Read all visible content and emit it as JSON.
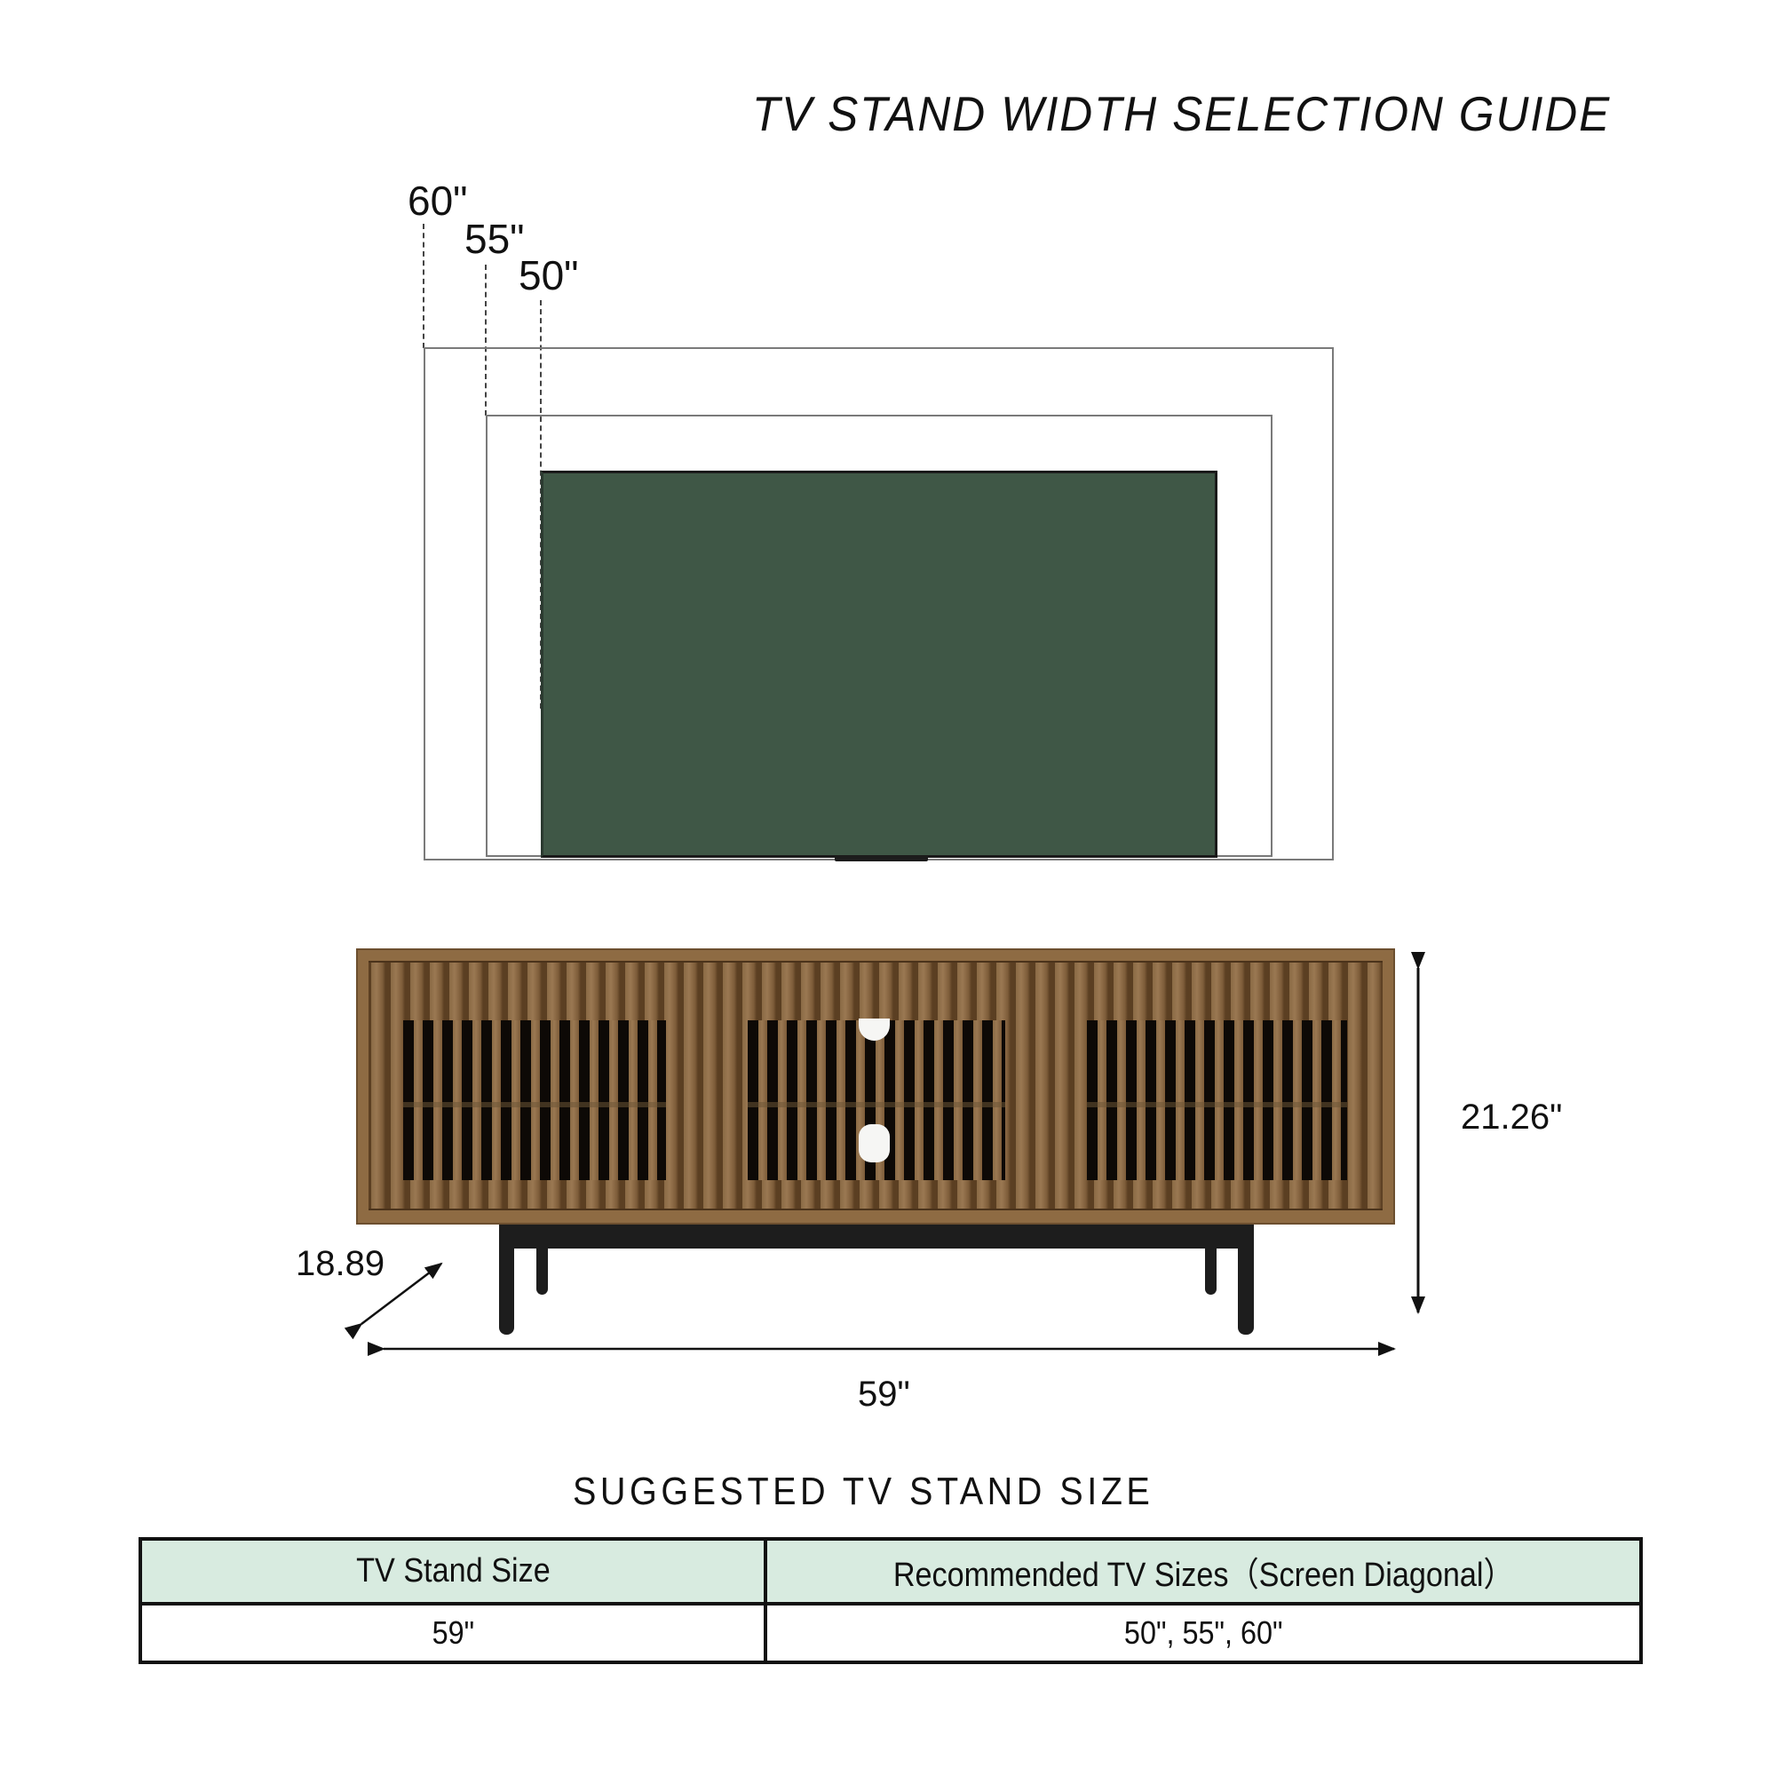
{
  "header": {
    "title": "TV STAND WIDTH SELECTION GUIDE"
  },
  "tv_sizes": {
    "labels": [
      "60\"",
      "55\"",
      "50\""
    ],
    "screen_color": "#3f5746"
  },
  "stand_dimensions": {
    "depth": "18.89",
    "height": "21.26\"",
    "width": "59\"",
    "wood_color": "#8e6b43",
    "frame_color": "#1d1d1d"
  },
  "suggested": {
    "heading": "SUGGESTED TV STAND SIZE",
    "table": {
      "headers": [
        "TV Stand Size",
        "Recommended TV Sizes（Screen Diagonal）"
      ],
      "rows": [
        [
          "59\"",
          "50\", 55\", 60\""
        ]
      ],
      "header_bg": "#d8ebe0"
    }
  }
}
